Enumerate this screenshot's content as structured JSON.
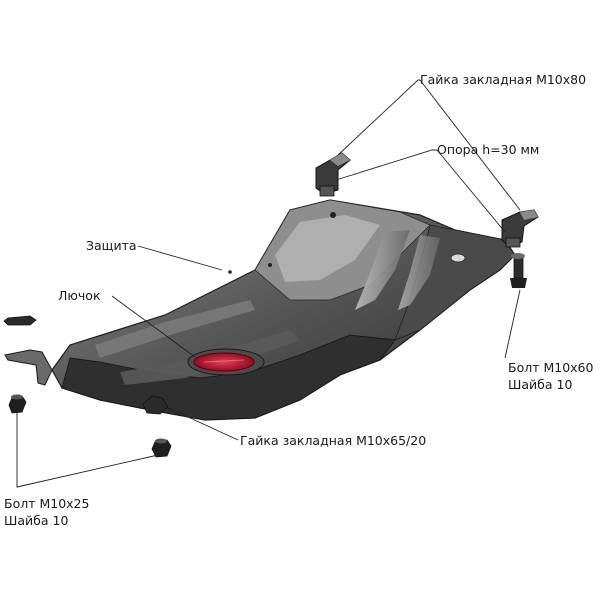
{
  "labels": {
    "nut_top": "Гайка закладная М10х80",
    "support": "Опора h=30 мм",
    "guard": "Защита",
    "hatch": "Лючок",
    "bolt_right": "Болт М10х60",
    "washer_right": "Шайба 10",
    "nut_bottom": "Гайка закладная М10х65/20",
    "bolt_left": "Болт М10х25",
    "washer_left": "Шайба 10"
  },
  "colors": {
    "plate_dark": "#3d3d3d",
    "plate_mid": "#6b6b6b",
    "plate_light": "#a9a9a9",
    "hatch": "#b3001b",
    "leader_line": "#222222"
  }
}
